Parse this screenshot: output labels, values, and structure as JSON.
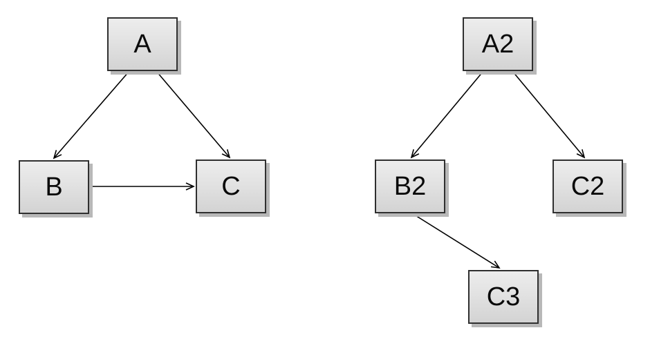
{
  "diagram": {
    "description": "Two directed graphs drawn as shadowed boxes connected by arrows",
    "graphs": [
      {
        "name": "left-graph",
        "nodes": [
          {
            "id": "A",
            "label": "A"
          },
          {
            "id": "B",
            "label": "B"
          },
          {
            "id": "C",
            "label": "C"
          }
        ],
        "edges": [
          {
            "from": "A",
            "to": "B"
          },
          {
            "from": "A",
            "to": "C"
          },
          {
            "from": "B",
            "to": "C"
          }
        ]
      },
      {
        "name": "right-graph",
        "nodes": [
          {
            "id": "A2",
            "label": "A2"
          },
          {
            "id": "B2",
            "label": "B2"
          },
          {
            "id": "C2",
            "label": "C2"
          },
          {
            "id": "C3",
            "label": "C3"
          }
        ],
        "edges": [
          {
            "from": "A2",
            "to": "B2"
          },
          {
            "from": "A2",
            "to": "C2"
          },
          {
            "from": "B2",
            "to": "C3"
          }
        ]
      }
    ],
    "colors": {
      "background": "#ffffff",
      "node_fill_top": "#ededed",
      "node_fill_bottom": "#d3d3d3",
      "node_border": "#2f2f2f",
      "node_shadow": "#b8b8b8",
      "edge": "#000000",
      "text": "#0a0a0a"
    }
  }
}
